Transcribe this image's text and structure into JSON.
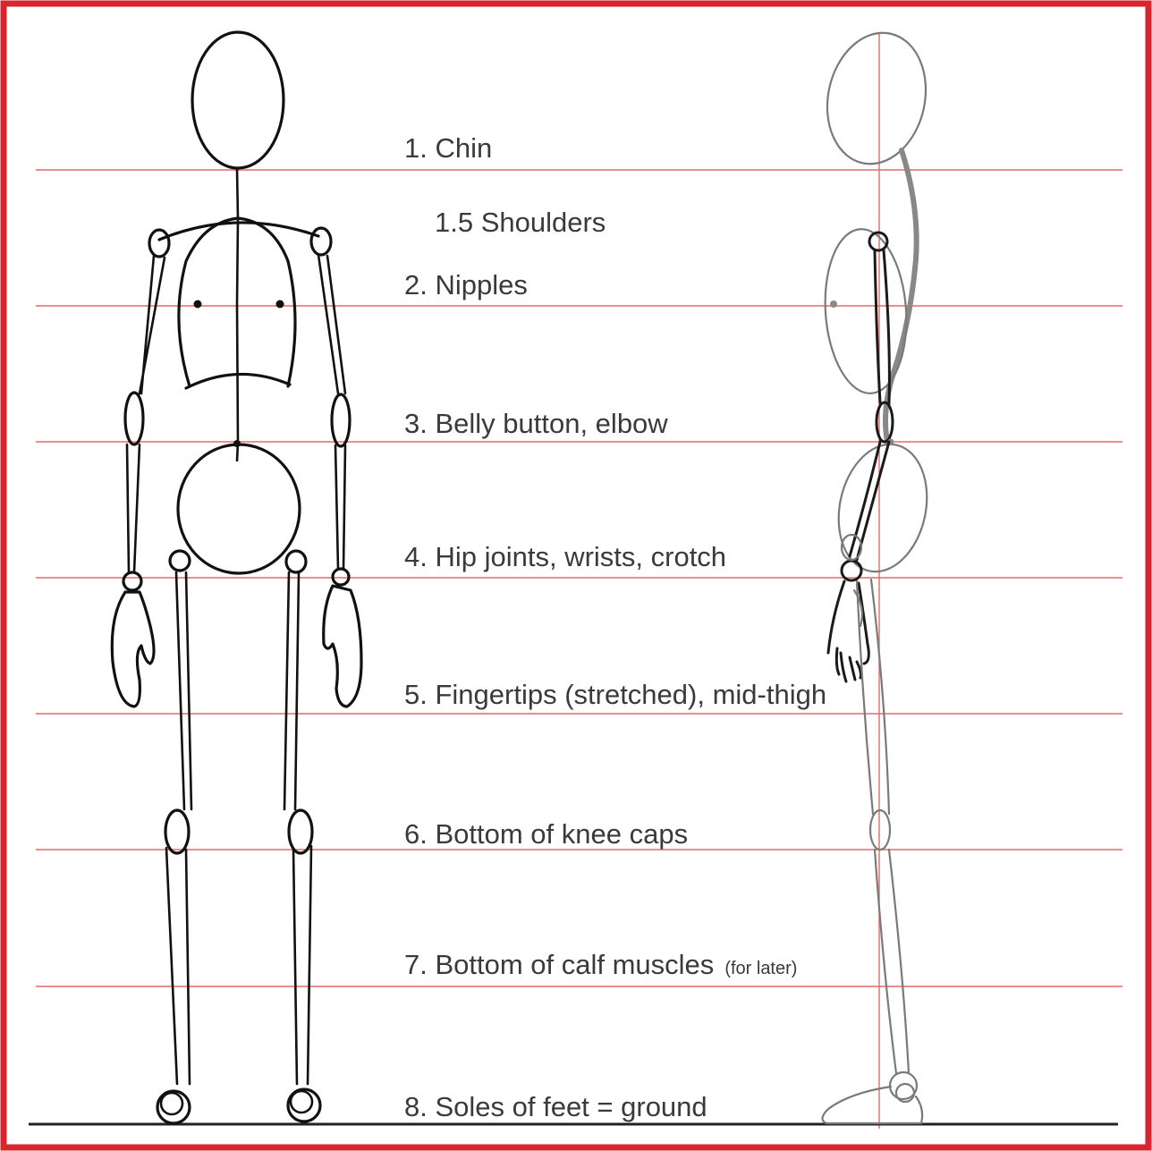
{
  "colors": {
    "frame": "#d9252f",
    "guide_line": "#e36a6a",
    "ink": "#111111",
    "side_ink": "#7a7a7a",
    "ground": "#222222"
  },
  "labels": [
    {
      "id": "chin",
      "text": "1. Chin"
    },
    {
      "id": "shoulders",
      "text": "1.5 Shoulders"
    },
    {
      "id": "nipples",
      "text": "2. Nipples"
    },
    {
      "id": "belly",
      "text": "3. Belly button, elbow"
    },
    {
      "id": "hips",
      "text": "4. Hip joints, wrists, crotch"
    },
    {
      "id": "fingertips",
      "text": "5. Fingertips (stretched), mid-thigh"
    },
    {
      "id": "knees",
      "text": "6. Bottom of knee caps"
    },
    {
      "id": "calves",
      "text": "7. Bottom of calf muscles",
      "note": "(for later)"
    },
    {
      "id": "soles",
      "text": "8. Soles of feet = ground"
    }
  ],
  "figures": {
    "front_view": "stick-figure-front",
    "side_view": "stick-figure-side"
  }
}
